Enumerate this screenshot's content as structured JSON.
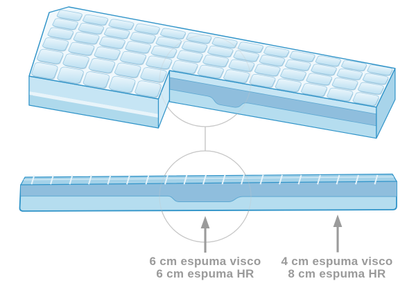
{
  "diagram": {
    "subject": "mattress-layer-zones-illustration",
    "annotations": {
      "center_zone": {
        "line1": "6 cm espuma visco",
        "line2": "6 cm espuma HR"
      },
      "right_zone": {
        "line1": "4 cm espuma visco",
        "line2": "8 cm espuma HR"
      }
    },
    "zones": [
      {
        "zone": "center",
        "espuma_visco_cm": 6,
        "espuma_hr_cm": 6
      },
      {
        "zone": "right",
        "espuma_visco_cm": 4,
        "espuma_hr_cm": 8
      }
    ],
    "colors": {
      "outline": "#2f93c8",
      "outline_soft": "#5ca8d2",
      "top_surface": "#f0f8fc",
      "quilt_cell_light": "#edf7fc",
      "quilt_cell": "#c3e3f3",
      "quilt_shadow": "#8fb3c9",
      "front_quilt_band": "#c6e5f4",
      "seam_light": "#e8f4fa",
      "lower_band": "#aed9ec",
      "visco_layer": "#8fbedd",
      "hr_layer": "#b5ddef",
      "end_face": "#a8d4ea",
      "cut_face": "#d3ebf7",
      "side_top_strip": "#a4d2e9",
      "lens_stroke": "#c6c6c6",
      "arrow": "#9b9b9b",
      "label_text": "#9a9a9a"
    }
  }
}
